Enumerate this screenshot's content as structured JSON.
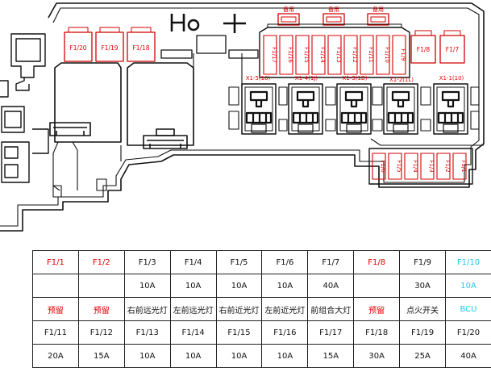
{
  "diagram": {
    "spare_labels": [
      "备用",
      "备用",
      "备用"
    ],
    "small_fuses": [
      "F1/17",
      "F1/16",
      "F1/15",
      "F1/14",
      "F1/13",
      "F1/12",
      "F1/11",
      "F1/10",
      "F1/9"
    ],
    "left_fuses": [
      "F1/20",
      "F1/19",
      "F1/18"
    ],
    "right_fuses": [
      "F1/8",
      "F1/7"
    ],
    "relays": [
      "X1-5(10)",
      "X1-4(1J)",
      "X1-3(1B)",
      "X1-2(1L)",
      "X1-1(10)"
    ],
    "lower_fuses": [
      "F1/6",
      "F1/5",
      "F1/4",
      "F1/3",
      "F1/2",
      "F1/1"
    ]
  },
  "table": {
    "rows": [
      {
        "cells": [
          {
            "text": "F1/1",
            "color": "#e60000"
          },
          {
            "text": "F1/2",
            "color": "#e60000"
          },
          {
            "text": "F1/3",
            "color": "#111111"
          },
          {
            "text": "F1/4",
            "color": "#111111"
          },
          {
            "text": "F1/5",
            "color": "#111111"
          },
          {
            "text": "F1/6",
            "color": "#111111"
          },
          {
            "text": "F1/7",
            "color": "#111111"
          },
          {
            "text": "F1/8",
            "color": "#e60000"
          },
          {
            "text": "F1/9",
            "color": "#111111"
          },
          {
            "text": "F1/10",
            "color": "#1ec8e6"
          }
        ]
      },
      {
        "cells": [
          {
            "text": "",
            "color": "#111111"
          },
          {
            "text": "",
            "color": "#111111"
          },
          {
            "text": "10A",
            "color": "#111111"
          },
          {
            "text": "10A",
            "color": "#111111"
          },
          {
            "text": "10A",
            "color": "#111111"
          },
          {
            "text": "10A",
            "color": "#111111"
          },
          {
            "text": "40A",
            "color": "#111111"
          },
          {
            "text": "",
            "color": "#111111"
          },
          {
            "text": "30A",
            "color": "#111111"
          },
          {
            "text": "10A",
            "color": "#1ec8e6"
          }
        ]
      },
      {
        "cells": [
          {
            "text": "预留",
            "color": "#e60000"
          },
          {
            "text": "预留",
            "color": "#e60000"
          },
          {
            "text": "右前远光灯",
            "color": "#111111"
          },
          {
            "text": "左前远光灯",
            "color": "#111111"
          },
          {
            "text": "右前近光灯",
            "color": "#111111"
          },
          {
            "text": "左前近光灯",
            "color": "#111111"
          },
          {
            "text": "前组合大灯",
            "color": "#111111"
          },
          {
            "text": "预留",
            "color": "#e60000"
          },
          {
            "text": "点火开关",
            "color": "#111111"
          },
          {
            "text": "BCU",
            "color": "#1ec8e6"
          }
        ]
      },
      {
        "cells": [
          {
            "text": "F1/11",
            "color": "#111111"
          },
          {
            "text": "F1/12",
            "color": "#111111"
          },
          {
            "text": "F1/13",
            "color": "#111111"
          },
          {
            "text": "F1/14",
            "color": "#111111"
          },
          {
            "text": "F1/15",
            "color": "#111111"
          },
          {
            "text": "F1/16",
            "color": "#111111"
          },
          {
            "text": "F1/17",
            "color": "#111111"
          },
          {
            "text": "F1/18",
            "color": "#111111"
          },
          {
            "text": "F1/19",
            "color": "#111111"
          },
          {
            "text": "F1/20",
            "color": "#111111"
          }
        ]
      },
      {
        "cells": [
          {
            "text": "20A",
            "color": "#111111"
          },
          {
            "text": "15A",
            "color": "#111111"
          },
          {
            "text": "10A",
            "color": "#111111"
          },
          {
            "text": "10A",
            "color": "#111111"
          },
          {
            "text": "10A",
            "color": "#111111"
          },
          {
            "text": "10A",
            "color": "#111111"
          },
          {
            "text": "15A",
            "color": "#111111"
          },
          {
            "text": "30A",
            "color": "#111111"
          },
          {
            "text": "25A",
            "color": "#111111"
          },
          {
            "text": "40A",
            "color": "#111111"
          }
        ]
      }
    ]
  }
}
